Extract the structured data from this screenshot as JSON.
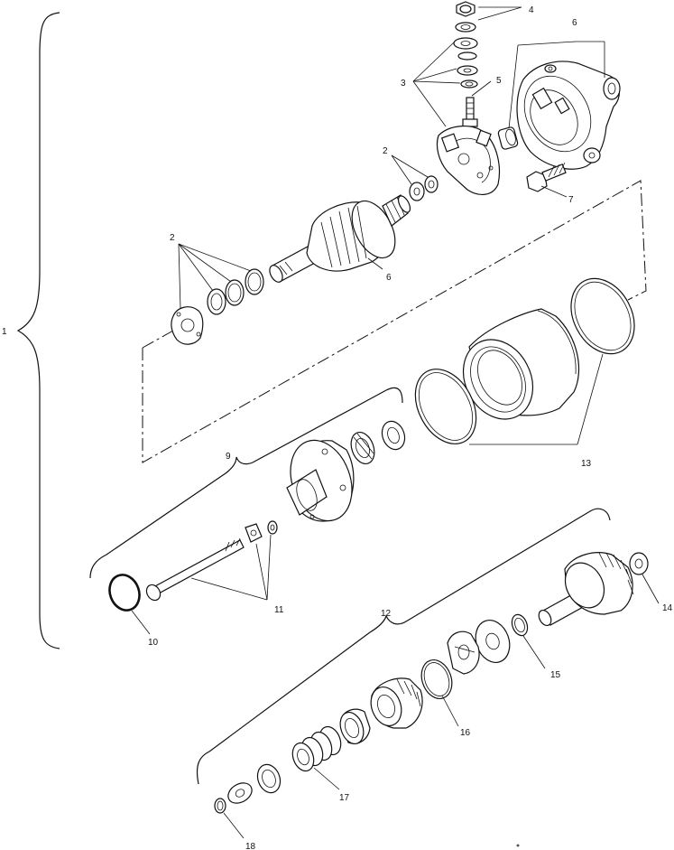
{
  "diagram": {
    "callouts": {
      "c1": "1",
      "c2a": "2",
      "c2b": "2",
      "c3": "3",
      "c4": "4",
      "c5": "5",
      "c6a": "6",
      "c6b": "6",
      "c7": "7",
      "c9": "9",
      "c10": "10",
      "c11": "11",
      "c12": "12",
      "c13": "13",
      "c14": "14",
      "c15": "15",
      "c16": "16",
      "c17": "17",
      "c18": "18"
    }
  }
}
